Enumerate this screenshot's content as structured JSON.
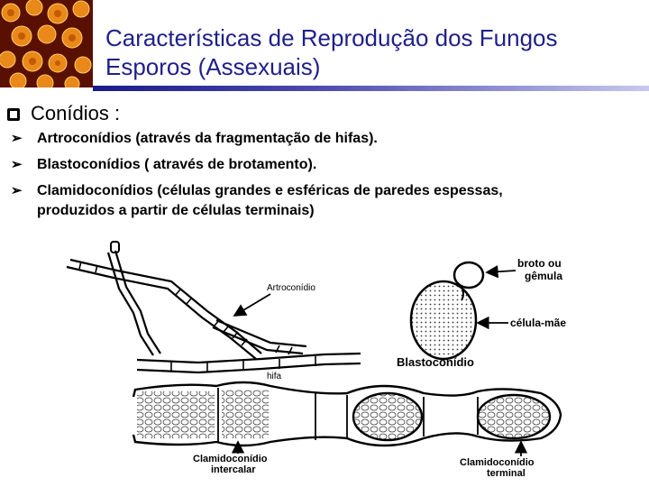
{
  "slide": {
    "title_line1": "Características de Reprodução dos Fungos",
    "title_line2": "Esporos (Assexuais)",
    "main_bullet": "Conídios :",
    "sub_bullets": [
      {
        "text": "Artroconídios (através da  fragmentação de hifas)."
      },
      {
        "text": "Blastoconídios ( através de brotamento)."
      },
      {
        "text_line1": "Clamidoconídios (células grandes e esféricas de paredes espessas,",
        "text_line2": "produzidos a partir de células terminais)"
      }
    ]
  },
  "diagram": {
    "labels": {
      "artroconidio": "Artroconídio",
      "hifa": "hifa",
      "broto_line1": "broto ou",
      "broto_line2": "gêmula",
      "celula_mae": "célula-mãe",
      "blastoconidio": "Blastoconídio",
      "clamido_intercalar_line1": "Clamidoconídio",
      "clamido_intercalar_line2": "intercalar",
      "clamido_terminal_line1": "Clamidoconídio",
      "clamido_terminal_line2": "terminal"
    }
  },
  "colors": {
    "title": "#1f1f8a",
    "rule": "#1a1a8a",
    "logo_bg": "#6a1500",
    "logo_spot": "#e07b10"
  }
}
